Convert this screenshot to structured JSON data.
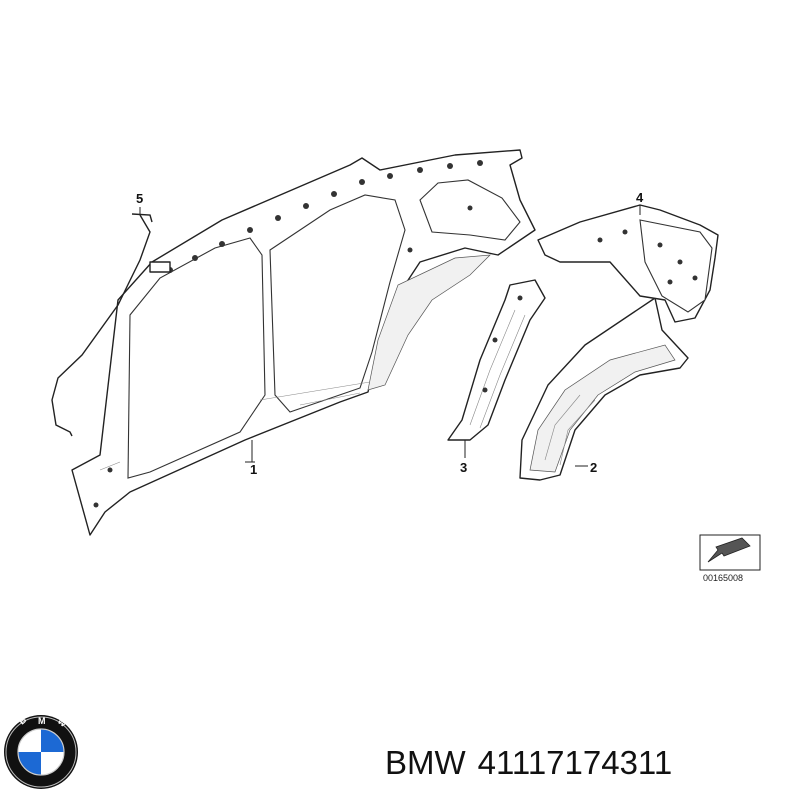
{
  "diagram": {
    "callouts": [
      "1",
      "2",
      "3",
      "4",
      "5"
    ],
    "reference_code": "00165008"
  },
  "caption": {
    "brand": "BMW",
    "part_number": "41117174311"
  },
  "logo": {
    "text": "BMW",
    "colors": {
      "blue": "#1c69d4",
      "white": "#ffffff",
      "ring": "#111111"
    }
  }
}
